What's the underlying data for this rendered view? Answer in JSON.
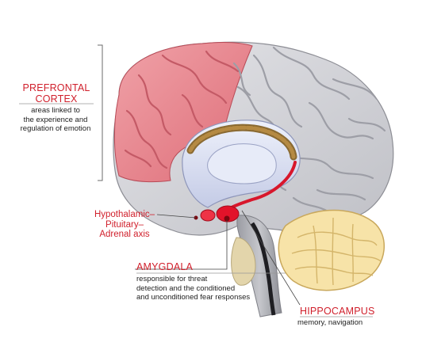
{
  "colors": {
    "label_red": "#d01f2b",
    "cortex_gray": "#d6d6db",
    "prefrontal_pink": "#e98b93",
    "hippocampus_yellow": "#f7e3a8",
    "hpa_red": "#e2132a"
  },
  "labels": {
    "prefrontal": {
      "title_line1": "PREFRONTAL",
      "title_line2": "CORTEX",
      "desc_line1": "areas linked to",
      "desc_line2": "the experience and",
      "desc_line3": "regulation of emotion"
    },
    "hpa": {
      "line1": "Hypothalamic–",
      "line2": "Pituitary–",
      "line3": "Adrenal axis"
    },
    "amygdala": {
      "title": "AMYGDALA",
      "desc_line1": "responsible for threat",
      "desc_line2": "detection and the conditioned",
      "desc_line3": "and unconditioned fear responses"
    },
    "hippocampus": {
      "title": "HIPPOCAMPUS",
      "desc": "memory, navigation"
    }
  }
}
